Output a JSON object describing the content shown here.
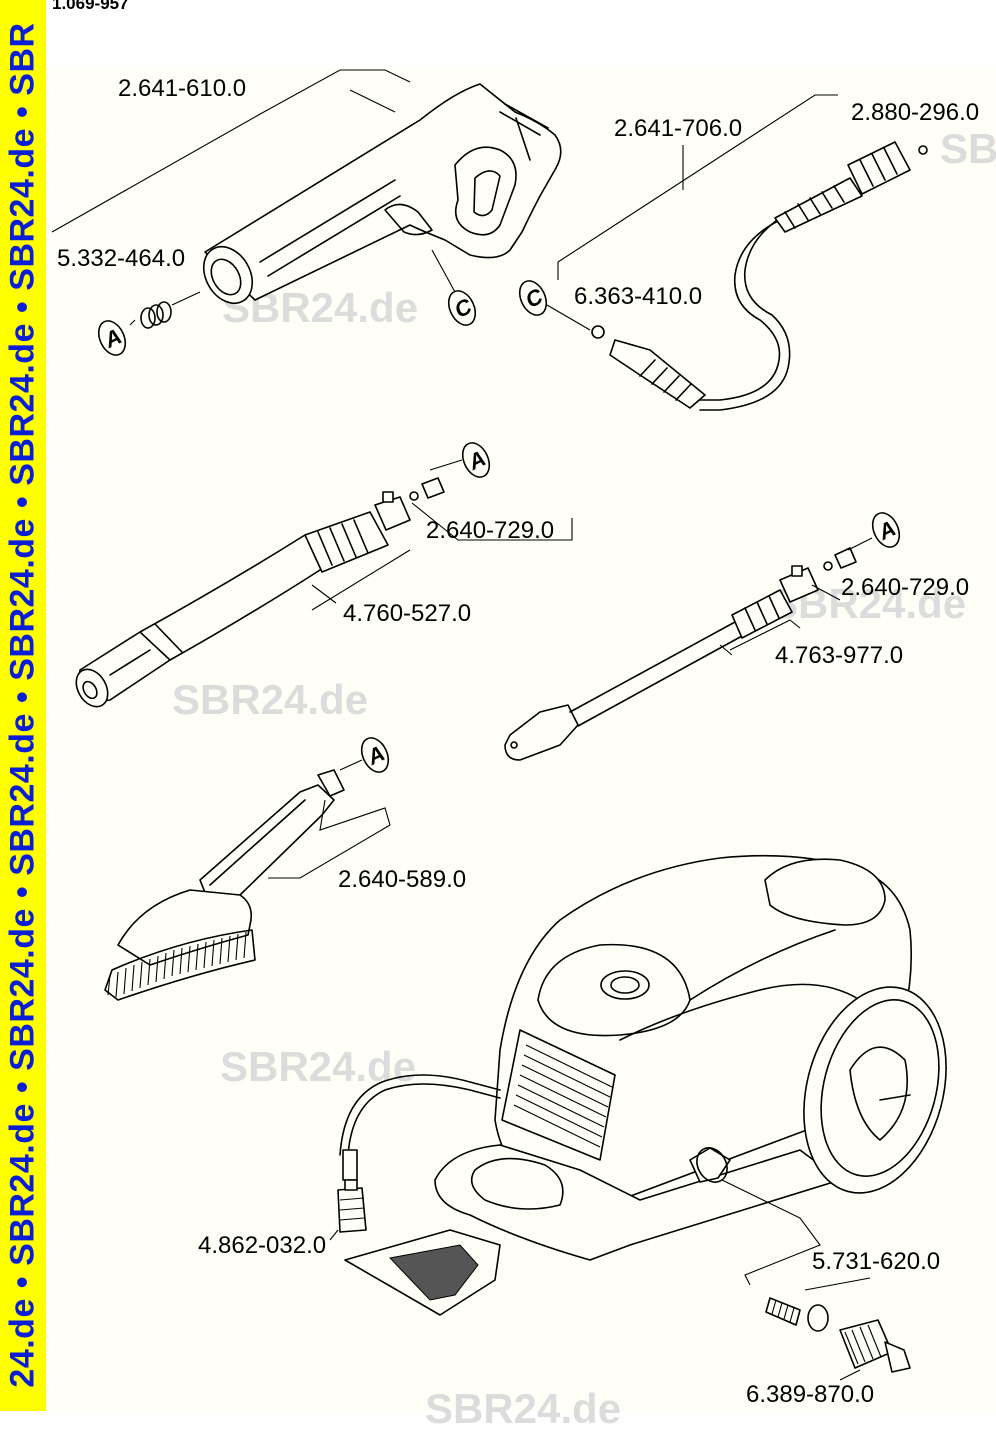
{
  "document": {
    "number": "1.069-957"
  },
  "sidebar": {
    "text": "24.de • SBR24.de • SBR24.de • SBR24.de • SBR24.de • SBR24.de • SBR24.de • SBR"
  },
  "watermarks": [
    "SBR24.de",
    "SBR24.de",
    "SBR24.de",
    "SBR24.de",
    "SBR24.de",
    "SBR24.de"
  ],
  "markers": {
    "a": "A",
    "c": "C"
  },
  "parts": {
    "gun": "2.641-610.0",
    "hose": "2.641-706.0",
    "hose_nut": "2.880-296.0",
    "gun_oring": "5.332-464.0",
    "hose_oring": "6.363-410.0",
    "vario_adapter": "2.640-729.0",
    "vario_lance": "4.760-527.0",
    "adapter_2": "2.640-729.0",
    "lance": "4.763-977.0",
    "brush": "2.640-589.0",
    "suction_filter": "4.862-032.0",
    "filter": "5.731-620.0",
    "coupling": "6.389-870.0"
  }
}
